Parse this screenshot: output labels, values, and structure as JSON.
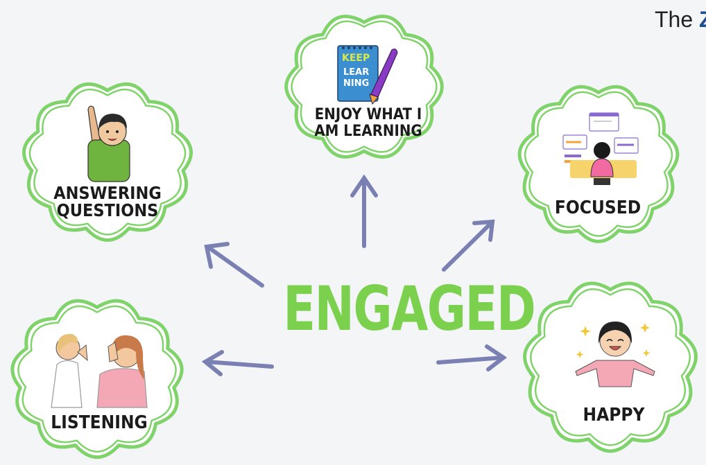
{
  "center": {
    "label": "ENGAGED"
  },
  "nodes": [
    {
      "id": "answering",
      "lines": [
        "ANSWERING",
        "QUESTIONS"
      ],
      "icon": "raised-hand-boy-icon"
    },
    {
      "id": "enjoy",
      "lines": [
        "ENJOY WHAT I",
        "AM LEARNING"
      ],
      "icon": "keep-learning-notebook-icon",
      "icon_text": [
        "KEEP",
        "LEAR",
        "NING"
      ]
    },
    {
      "id": "focused",
      "lines": [
        "FOCUSED"
      ],
      "icon": "person-at-desk-icon"
    },
    {
      "id": "listening",
      "lines": [
        "LISTENING"
      ],
      "icon": "whispering-people-icon"
    },
    {
      "id": "happy",
      "lines": [
        "HAPPY"
      ],
      "icon": "happy-girl-icon"
    }
  ],
  "corner_text": {
    "prefix": "The ",
    "accent": "Z"
  },
  "colors": {
    "accent": "#7bd14e",
    "cloud": "#7fd36a",
    "arrow": "#7b80b2",
    "background": "#f4f5f7"
  }
}
